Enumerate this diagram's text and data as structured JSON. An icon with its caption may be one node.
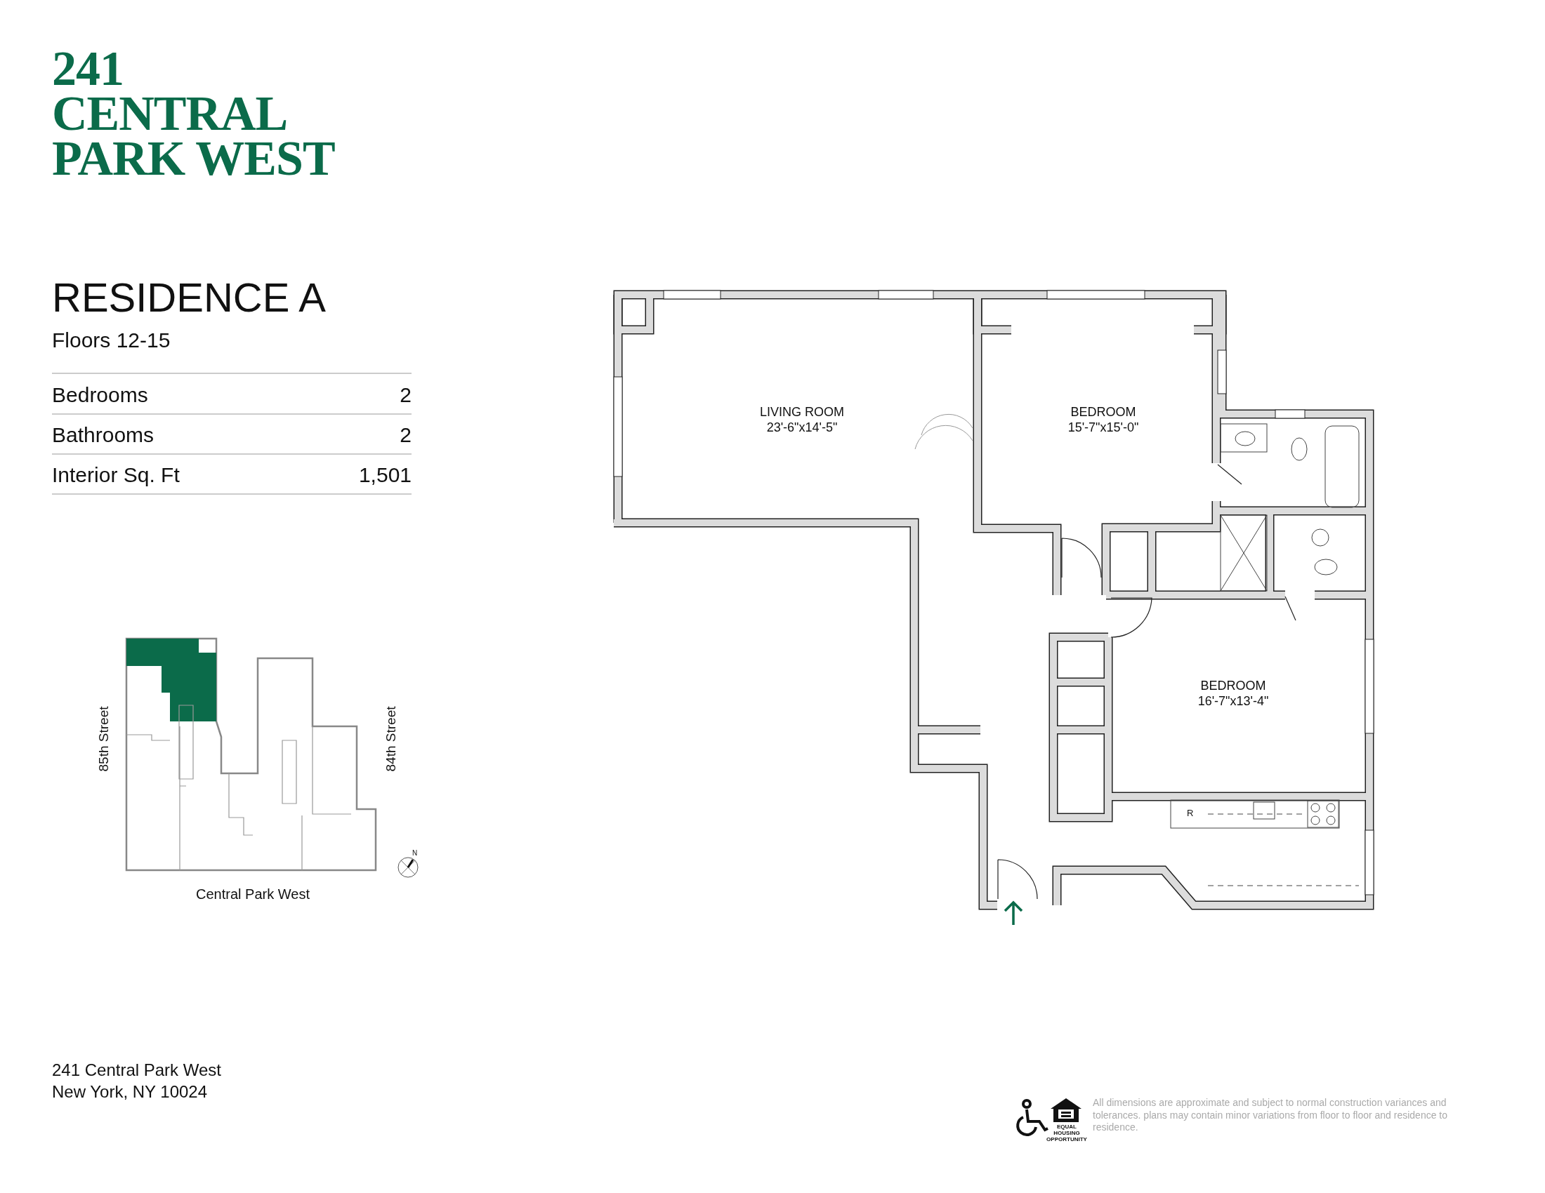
{
  "diagram": {
    "title": "241 CENTRAL PARK WEST",
    "nodes": [
      {
        "text": [
          "LIVING ROOM",
          "23'-6\"x14'-5\""
        ]
      },
      {
        "text": [
          "BEDROOM",
          "15'-7\"x15'-0\""
        ]
      },
      {
        "text": [
          "BEDROOM",
          "16'-7\"x13'-4\""
        ]
      }
    ],
    "labels": [
      "RESIDENCE A",
      "Floors 12-15",
      "Bedrooms",
      "2",
      "Bathrooms",
      "2",
      "Interior Sq. Ft",
      "1,501",
      "R",
      "85th Street",
      "84th Street",
      "N",
      "Central Park West",
      "241 Central Park West",
      "New York, NY 10024",
      "EQUAL HOUSING OPPORTUNITY",
      "All dimensions are approximate and subject to normal construction variances and tolerances. plans may contain minor variations from floor to floor and residence to residence."
    ]
  }
}
